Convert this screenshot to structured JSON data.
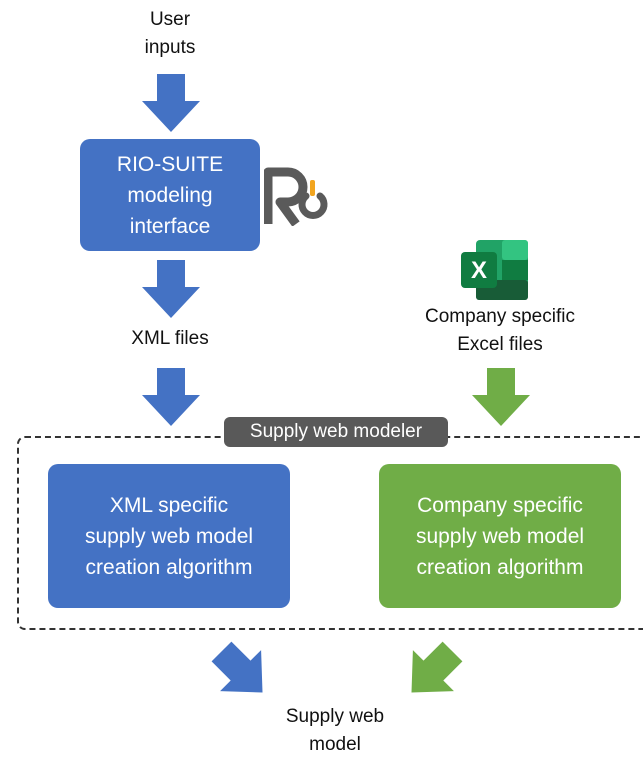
{
  "labels": {
    "user_inputs": "User\ninputs",
    "xml_files": "XML files",
    "company_excel": "Company specific\nExcel files",
    "supply_web_model": "Supply web\nmodel"
  },
  "boxes": {
    "rio_suite": "RIO-SUITE\nmodeling\ninterface",
    "xml_algorithm": "XML specific\nsupply web model\ncreation algorithm",
    "company_algorithm": "Company specific\nsupply web model\ncreation algorithm"
  },
  "modeler_tag": "Supply web modeler",
  "icons": {
    "rio_logo": "rio-logo-icon",
    "excel": "excel-icon",
    "excel_letter": "X"
  },
  "colors": {
    "blue": "#4472C4",
    "green": "#70AD47",
    "dark_gray": "#595959",
    "logo_gray": "#5A5A5A",
    "logo_orange": "#F2A51F"
  }
}
